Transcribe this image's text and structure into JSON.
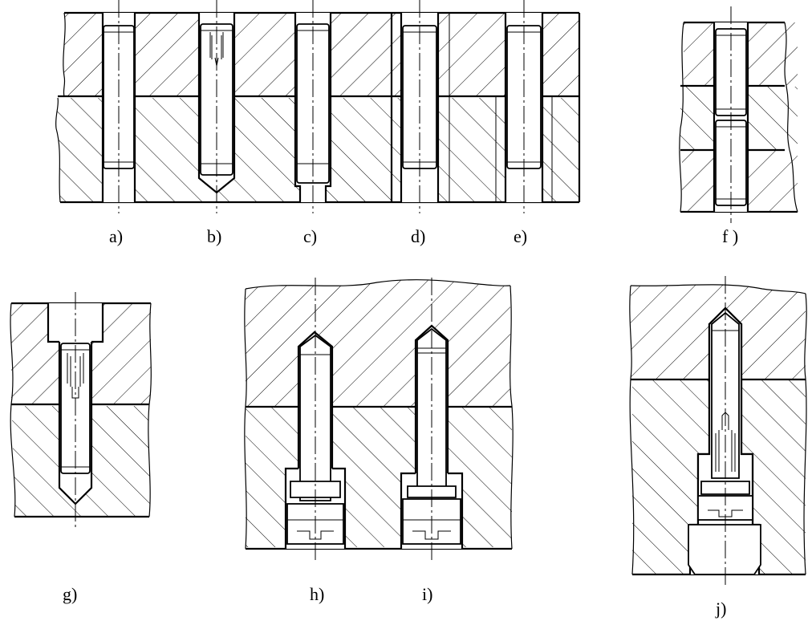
{
  "figure": {
    "labels": {
      "a": "a)",
      "b": "b)",
      "c": "c)",
      "d": "d)",
      "e": "e)",
      "f": "f )",
      "g": "g)",
      "h": "h)",
      "i": "i)",
      "j": "j)"
    },
    "colors": {
      "ink": "#000000",
      "paper": "#ffffff"
    }
  }
}
